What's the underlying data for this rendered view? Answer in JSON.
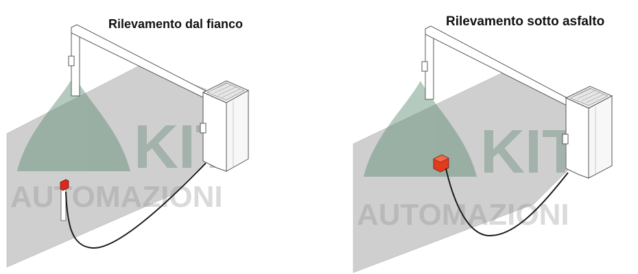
{
  "panels": [
    {
      "title": "Rilevamento dal fianco",
      "sensor_color": "#d82a1e"
    },
    {
      "title": "Rilevamento sotto asfalto",
      "sensor_color": "#e23b1e"
    }
  ],
  "watermark": {
    "brand": "KIT",
    "tagline": "AUTOMAZIONI",
    "color": "#5b8a72"
  },
  "colors": {
    "road": "#cfcfcf",
    "road_edge": "#b8b8b8",
    "barrier_outline": "#555555",
    "cable": "#1a1a1a"
  }
}
